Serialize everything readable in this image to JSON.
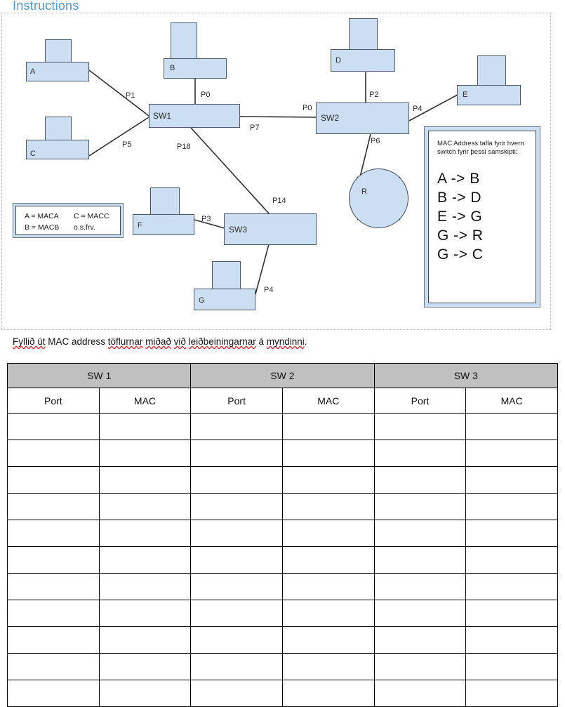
{
  "page": {
    "section_title": "Instructions",
    "caption": "Fyllið út MAC address töflurnar miðað við leiðbeiningarnar á myndinni."
  },
  "diagram": {
    "hosts": [
      {
        "id": "A",
        "label": "A"
      },
      {
        "id": "B",
        "label": "B"
      },
      {
        "id": "C",
        "label": "C"
      },
      {
        "id": "D",
        "label": "D"
      },
      {
        "id": "E",
        "label": "E"
      },
      {
        "id": "F",
        "label": "F"
      },
      {
        "id": "G",
        "label": "G"
      }
    ],
    "switches": [
      {
        "id": "SW1",
        "label": "SW1"
      },
      {
        "id": "SW2",
        "label": "SW2"
      },
      {
        "id": "SW3",
        "label": "SW3"
      }
    ],
    "router": {
      "id": "R",
      "label": "R"
    },
    "links": [
      {
        "from": "A",
        "to": "SW1",
        "port": "P1"
      },
      {
        "from": "B",
        "to": "SW1",
        "port": "P0"
      },
      {
        "from": "C",
        "to": "SW1",
        "port": "P5"
      },
      {
        "from": "SW1",
        "to": "SW2",
        "port": "P7"
      },
      {
        "from": "SW1",
        "to": "SW3",
        "port": "P18"
      },
      {
        "from": "SW1",
        "to": "SW3",
        "port": "P14"
      },
      {
        "from": "SW2",
        "to": "SW1",
        "port": "P0"
      },
      {
        "from": "D",
        "to": "SW2",
        "port": "P2"
      },
      {
        "from": "E",
        "to": "SW2",
        "port": "P4"
      },
      {
        "from": "R",
        "to": "SW2",
        "port": "P6"
      },
      {
        "from": "F",
        "to": "SW3",
        "port": "P3"
      },
      {
        "from": "G",
        "to": "SW3",
        "port": "P4"
      }
    ],
    "port_labels": {
      "p1": "P1",
      "p0_sw1": "P0",
      "p5": "P5",
      "p7": "P7",
      "p18": "P18",
      "p14": "P14",
      "p0_sw2": "P0",
      "p2": "P2",
      "p4_sw2": "P4",
      "p6": "P6",
      "p3": "P3",
      "p4_sw3": "P4"
    },
    "legend": {
      "line1_left": "A = MACA",
      "line1_right": "C = MACC",
      "line2_left": "B = MACB",
      "line2_right": "o.s.frv."
    },
    "mac_note": {
      "heading": "MAC Address tafla fyrir hvern switch fyrir þessi samskipti:",
      "flows": [
        "A -> B",
        "B -> D",
        "E -> G",
        "G -> R",
        "G -> C"
      ]
    },
    "colors": {
      "node_fill": "#ccdff2",
      "node_stroke": "#4a5a6a",
      "link_stroke": "#2f2f2f",
      "title_blue": "#4f9ad6",
      "header_gray": "#c0c0c0"
    }
  },
  "table": {
    "groups": [
      "SW 1",
      "SW 2",
      "SW 3"
    ],
    "sub_headers": [
      "Port",
      "MAC",
      "Port",
      "MAC",
      "Port",
      "MAC"
    ],
    "rows": [
      [
        "",
        "",
        "",
        "",
        "",
        ""
      ],
      [
        "",
        "",
        "",
        "",
        "",
        ""
      ],
      [
        "",
        "",
        "",
        "",
        "",
        ""
      ],
      [
        "",
        "",
        "",
        "",
        "",
        ""
      ],
      [
        "",
        "",
        "",
        "",
        "",
        ""
      ],
      [
        "",
        "",
        "",
        "",
        "",
        ""
      ],
      [
        "",
        "",
        "",
        "",
        "",
        ""
      ],
      [
        "",
        "",
        "",
        "",
        "",
        ""
      ],
      [
        "",
        "",
        "",
        "",
        "",
        ""
      ],
      [
        "",
        "",
        "",
        "",
        "",
        ""
      ],
      [
        "",
        "",
        "",
        "",
        "",
        ""
      ]
    ]
  }
}
